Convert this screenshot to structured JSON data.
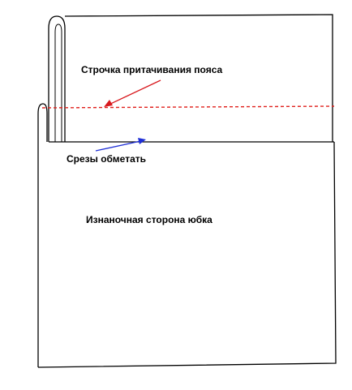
{
  "labels": {
    "waistband_stitch": "Строчка притачивания пояса",
    "overlock_edges": "Срезы обметать",
    "skirt_wrong_side": "Изнаночная сторона юбка"
  },
  "colors": {
    "outline": "#000000",
    "stitch_line": "#e0201c",
    "stitch_arrow": "#d8191e",
    "edge_arrow": "#1f2fd6",
    "background": "#ffffff"
  }
}
